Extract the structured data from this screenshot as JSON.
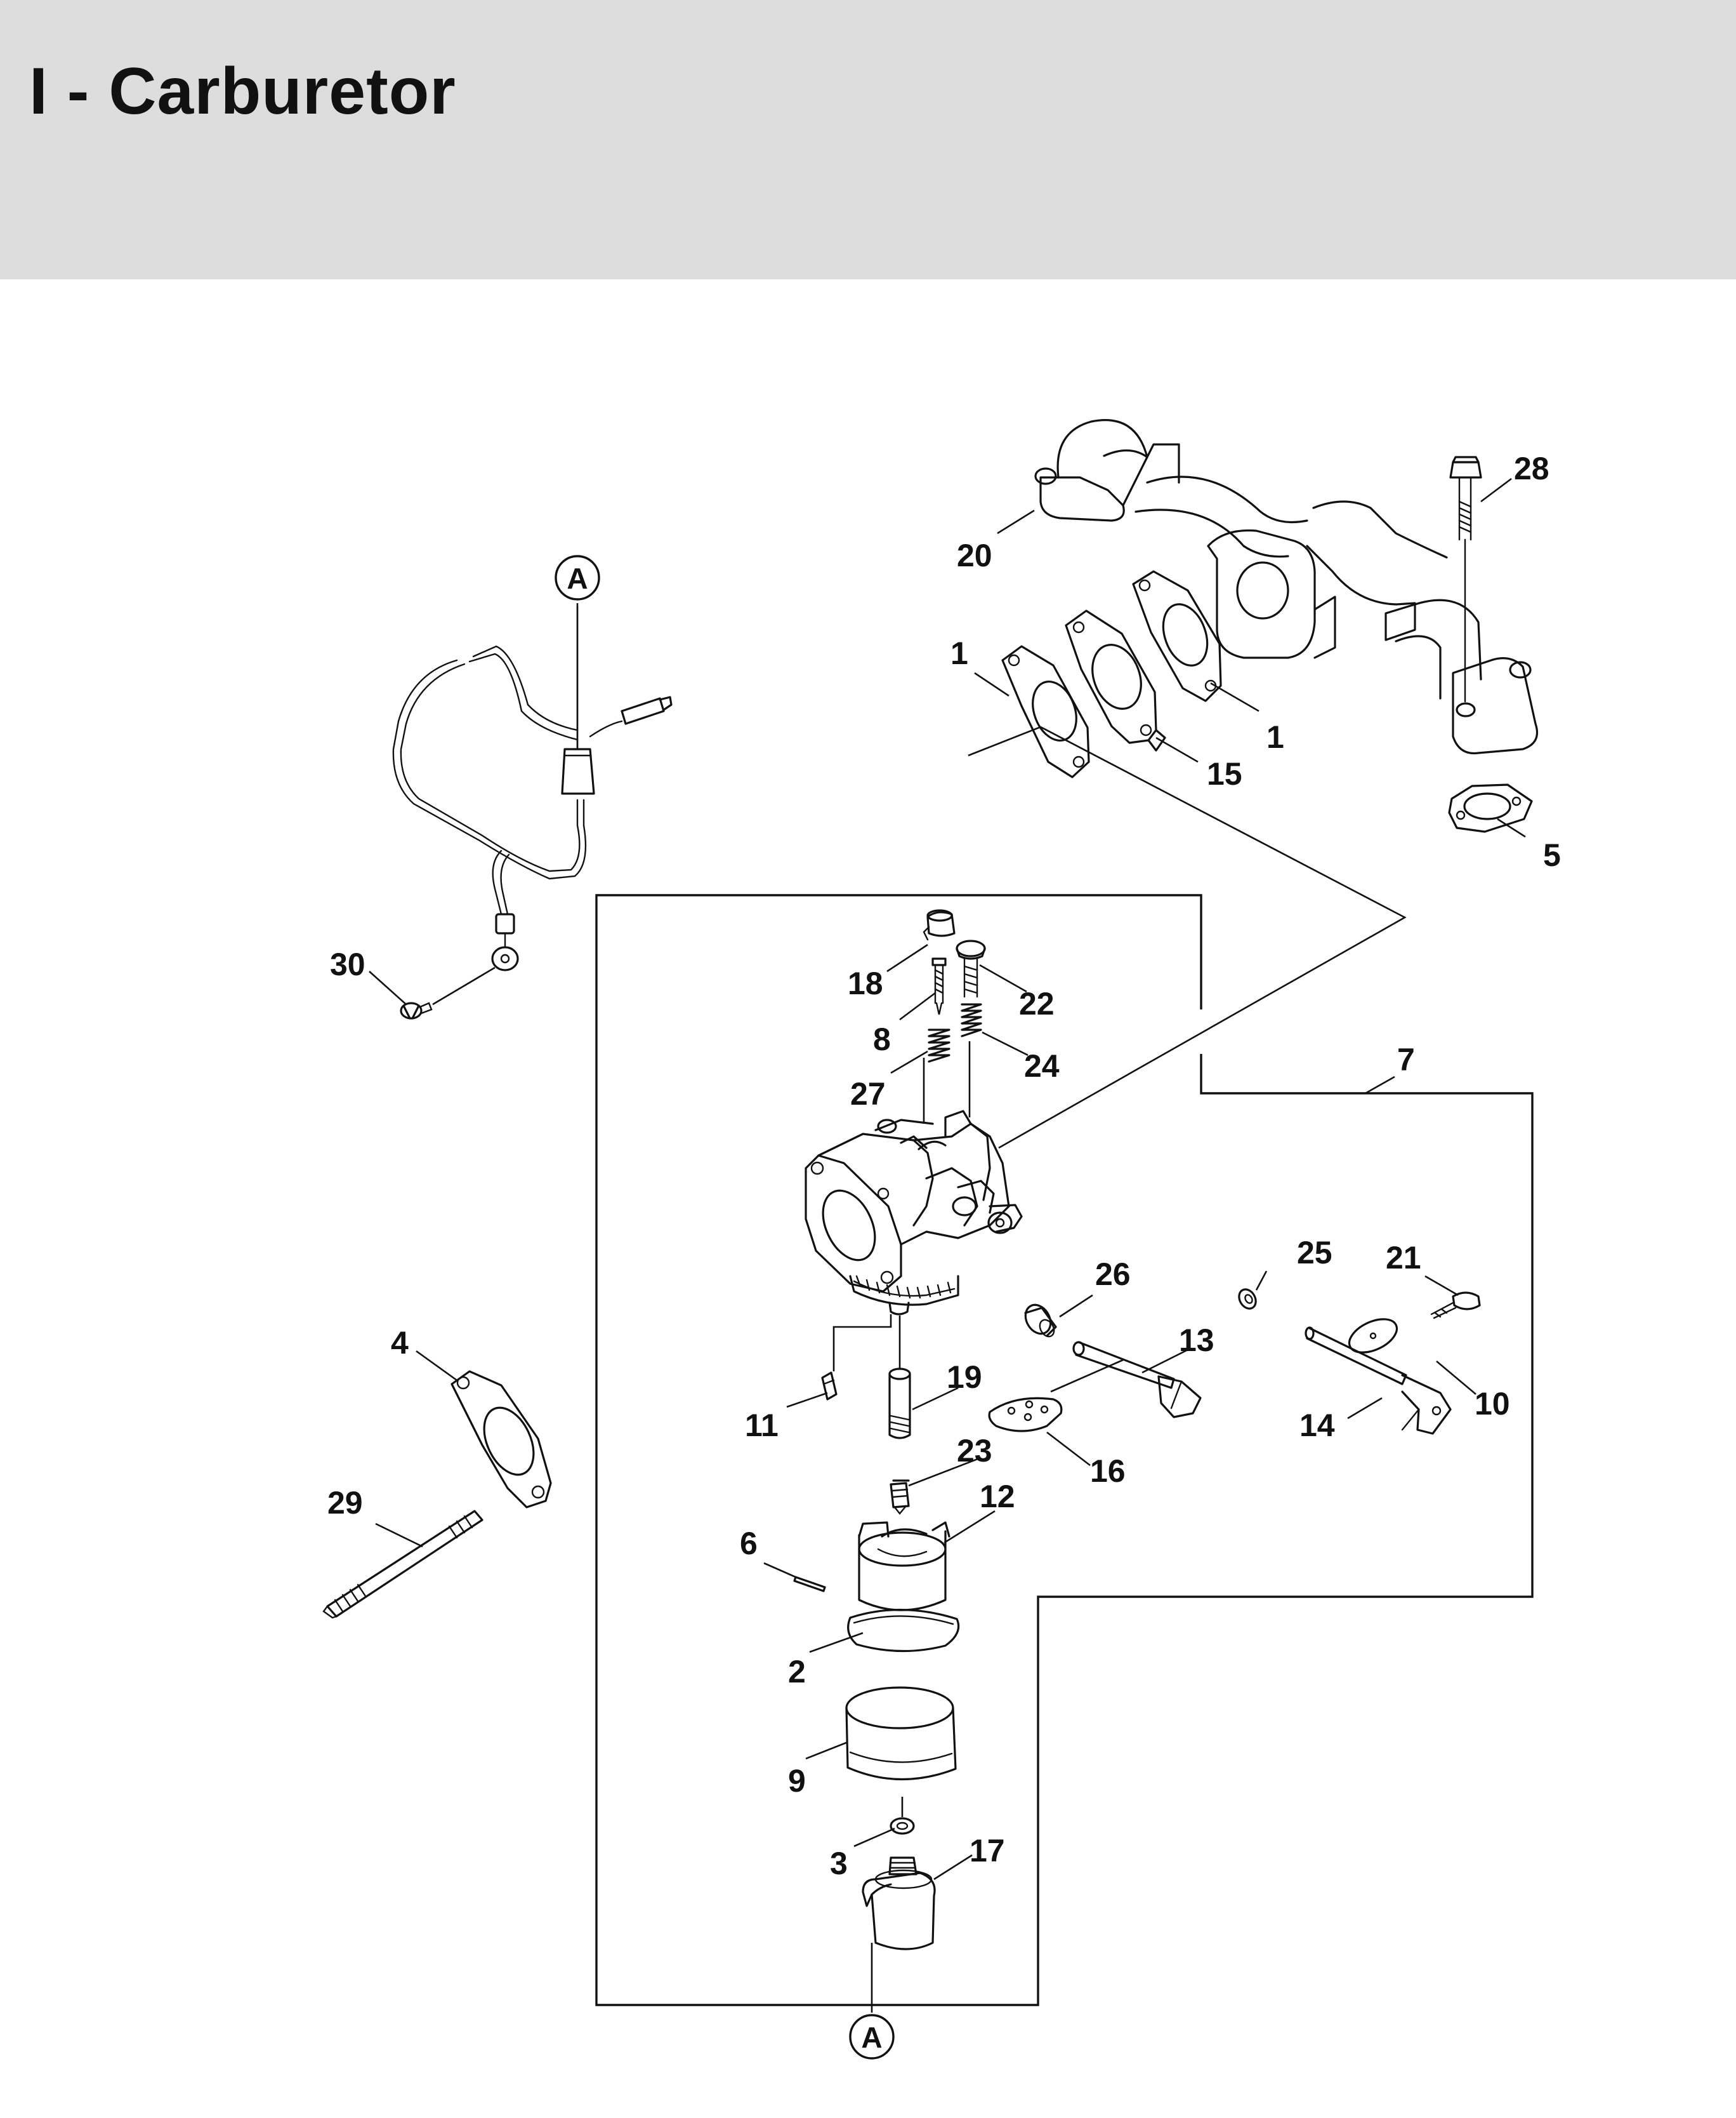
{
  "title": "I - Carburetor",
  "colors": {
    "header_bg": "#dcdddc",
    "ink": "#111111",
    "page_bg": "#ffffff"
  },
  "callouts": {
    "c1a": "1",
    "c1b": "1",
    "c2": "2",
    "c3": "3",
    "c4": "4",
    "c5": "5",
    "c6": "6",
    "c7": "7",
    "c8": "8",
    "c9": "9",
    "c10": "10",
    "c11": "11",
    "c12": "12",
    "c13": "13",
    "c14": "14",
    "c15": "15",
    "c16": "16",
    "c17": "17",
    "c18": "18",
    "c19": "19",
    "c20": "20",
    "c21": "21",
    "c22": "22",
    "c23": "23",
    "c24": "24",
    "c25": "25",
    "c26": "26",
    "c27": "27",
    "c28": "28",
    "c29": "29",
    "c30": "30"
  },
  "refs": {
    "a_top": "A",
    "a_bottom": "A"
  }
}
